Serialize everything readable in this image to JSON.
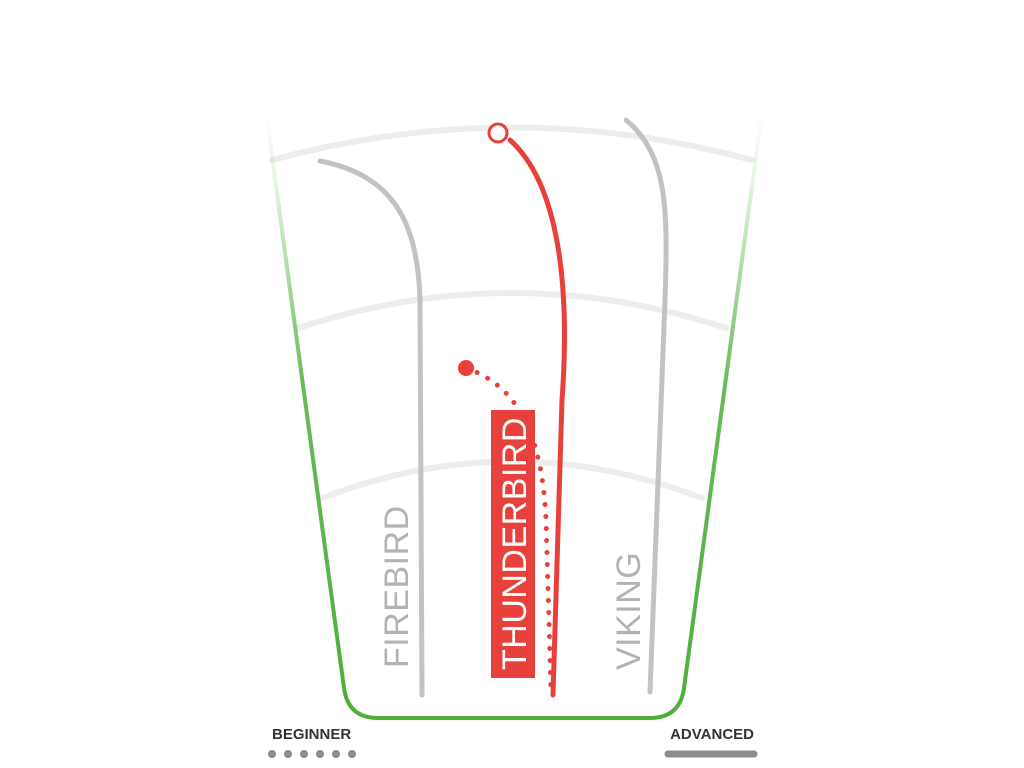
{
  "flights": [
    {
      "name": "FIREBIRD",
      "selected": false
    },
    {
      "name": "THUNDERBIRD",
      "selected": true
    },
    {
      "name": "VIKING",
      "selected": false
    }
  ],
  "scale": {
    "beginner_label": "BEGINNER",
    "advanced_label": "ADVANCED"
  },
  "colors": {
    "selected": "#e8413b",
    "unselected": "#c2c2c2",
    "frame": "#4caf3a",
    "grid": "#eeeeee",
    "scale_text": "#333333",
    "scale_mark": "#8c8c8c"
  }
}
